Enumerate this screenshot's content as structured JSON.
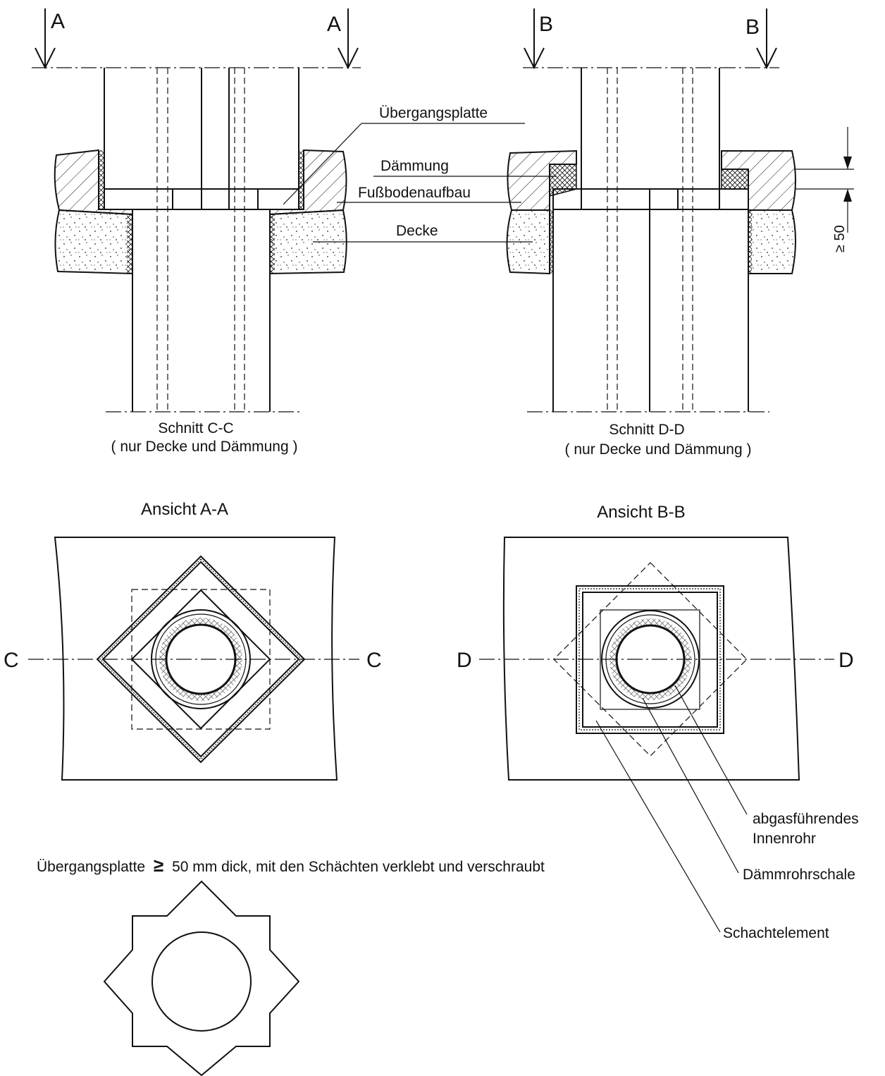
{
  "section_markers": {
    "a_left": "A",
    "a_right": "A",
    "b_left": "B",
    "b_right": "B",
    "c_left": "C",
    "c_right": "C",
    "d_left": "D",
    "d_right": "D"
  },
  "labels": {
    "uebergangsplatte": "Übergangsplatte",
    "daemmung": "Dämmung",
    "fussbodenaufbau": "Fußbodenaufbau",
    "decke": "Decke",
    "dimension": "≥ 50"
  },
  "section_c": {
    "title": "Schnitt C-C",
    "subtitle": "( nur Decke und Dämmung )"
  },
  "section_d": {
    "title": "Schnitt D-D",
    "subtitle": "( nur Decke und Dämmung )"
  },
  "view_a": {
    "title": "Ansicht A-A"
  },
  "view_b": {
    "title": "Ansicht B-B"
  },
  "callouts": {
    "innenrohr_line1": "abgasführendes",
    "innenrohr_line2": "Innenrohr",
    "daemmrohrschale": "Dämmrohrschale",
    "schachtelement": "Schachtelement"
  },
  "note": {
    "before": "Übergangsplatte",
    "symbol": "≥",
    "after": "50 mm dick, mit den Schächten verklebt und verschraubt"
  }
}
